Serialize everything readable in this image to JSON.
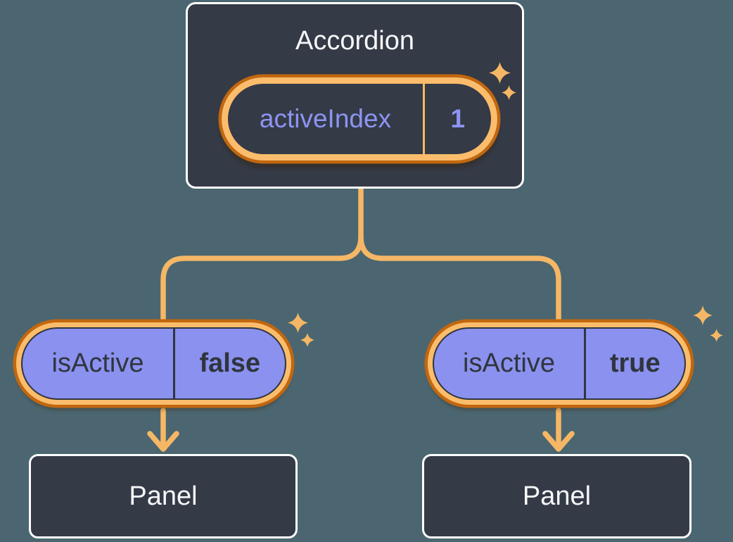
{
  "diagram": {
    "description": "Component tree showing lifted state: Accordion owns activeIndex and passes isActive to two Panels"
  },
  "colors": {
    "background": "#4B6670",
    "box_fill": "#343A46",
    "box_border": "#FFFFFF",
    "title_text": "#F6F7F9",
    "purple_fill": "#8A91EE",
    "purple_text": "#8D94F2",
    "dark_text": "#30353E",
    "ring_light_orange": "#FBBD6C",
    "ring_dark_orange": "#C2670F",
    "connector_line": "#F5B766",
    "sparkle": "#F5B765"
  },
  "accordion": {
    "title": "Accordion",
    "state": {
      "label": "activeIndex",
      "value": "1"
    }
  },
  "branches": [
    {
      "prop_label": "isActive",
      "prop_value": "false",
      "panel_title": "Panel"
    },
    {
      "prop_label": "isActive",
      "prop_value": "true",
      "panel_title": "Panel"
    }
  ]
}
